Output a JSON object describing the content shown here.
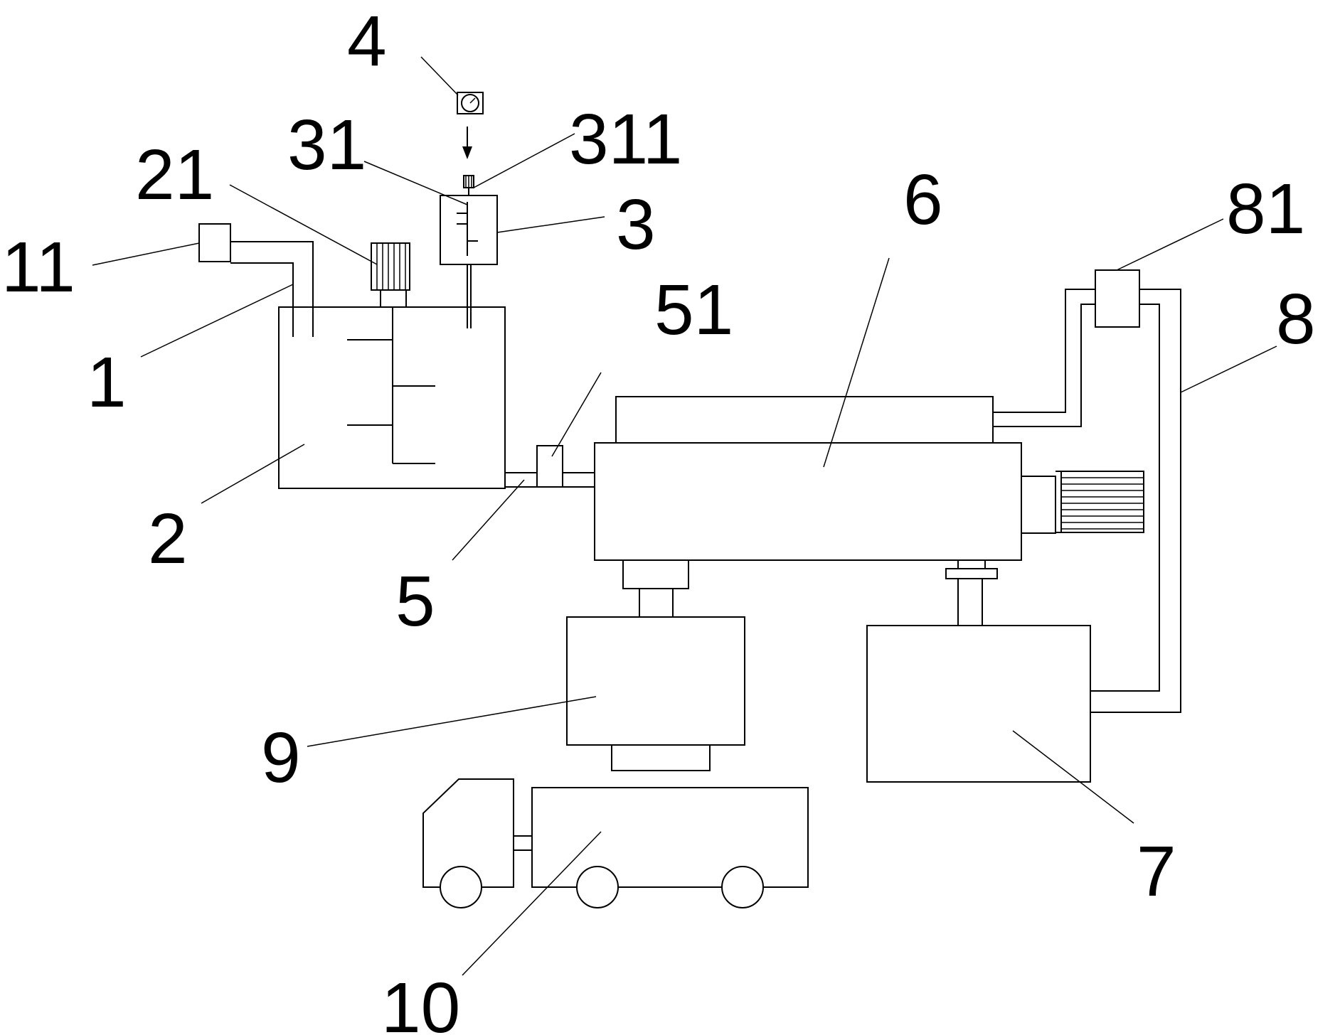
{
  "labels": {
    "l1": "1",
    "l2": "2",
    "l3": "3",
    "l4": "4",
    "l5": "5",
    "l6": "6",
    "l7": "7",
    "l8": "8",
    "l9": "9",
    "l10": "10",
    "l11": "11",
    "l21": "21",
    "l31": "31",
    "l51": "51",
    "l81": "81",
    "l311": "311"
  },
  "colors": {
    "line": "#000000",
    "background": "#ffffff"
  },
  "icons": {
    "gauge": "pressure-gauge-icon",
    "arrow": "down-arrow-icon"
  }
}
